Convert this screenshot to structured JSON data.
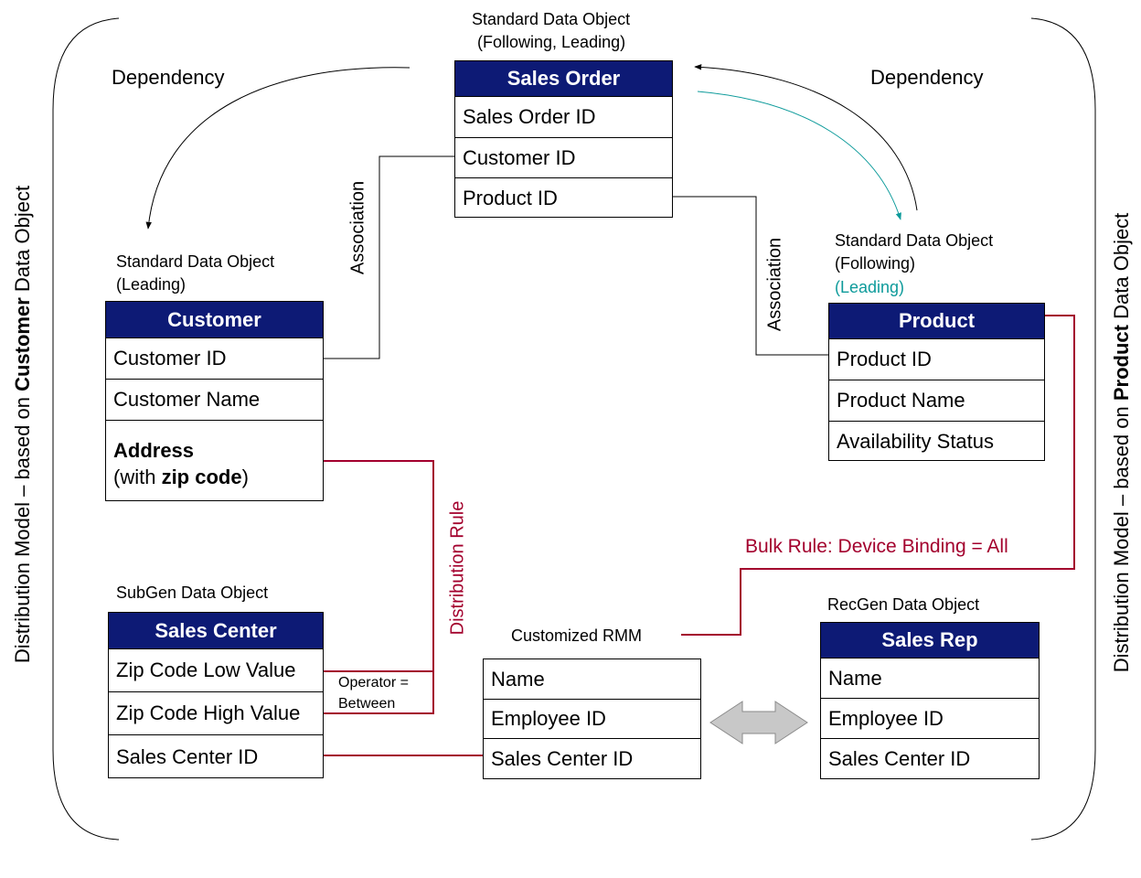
{
  "side_labels": {
    "left_prefix": "Distribution Model – based on",
    "left_bold": "Customer",
    "left_suffix": "Data Object",
    "right_prefix": "Distribution Model – based on",
    "right_bold": "Product",
    "right_suffix": "Data Object"
  },
  "relations": {
    "dependency_left": "Dependency",
    "dependency_right": "Dependency",
    "association_left": "Association",
    "association_right": "Association",
    "distribution_rule": "Distribution Rule",
    "bulk_rule": "Bulk Rule: Device Binding = All",
    "operator_line1": "Operator =",
    "operator_line2": "Between"
  },
  "sales_order": {
    "type_line1": "Standard Data Object",
    "type_line2": "(Following,  Leading)",
    "title": "Sales Order",
    "fields": [
      "Sales Order ID",
      "Customer ID",
      "Product ID"
    ]
  },
  "customer": {
    "type_line1": "Standard Data Object",
    "type_line2": "(Leading)",
    "title": "Customer",
    "fields": [
      "Customer ID",
      "Customer Name"
    ],
    "address_bold": "Address",
    "address_open": "(with ",
    "address_zip": "zip code",
    "address_close": ")"
  },
  "product": {
    "type_line1": "Standard Data Object",
    "type_line2": "(Following)",
    "type_line3": "(Leading)",
    "title": "Product",
    "fields": [
      "Product ID",
      "Product Name",
      "Availability Status"
    ]
  },
  "sales_center": {
    "type_line1": "SubGen Data Object",
    "title": "Sales Center",
    "fields": [
      "Zip Code Low Value",
      "Zip Code High Value",
      "Sales Center ID"
    ]
  },
  "rmm": {
    "type_line1": "Customized  RMM",
    "fields": [
      "Name",
      "Employee ID",
      "Sales Center ID"
    ]
  },
  "sales_rep": {
    "type_line1": "RecGen Data Object",
    "title": "Sales Rep",
    "fields": [
      "Name",
      "Employee ID",
      "Sales Center ID"
    ]
  },
  "colors": {
    "header_fill": "#0d1a75",
    "rule_red": "#a3002d",
    "following_teal": "#0e9b9b",
    "arrow_gray": "#c8c8c8"
  }
}
